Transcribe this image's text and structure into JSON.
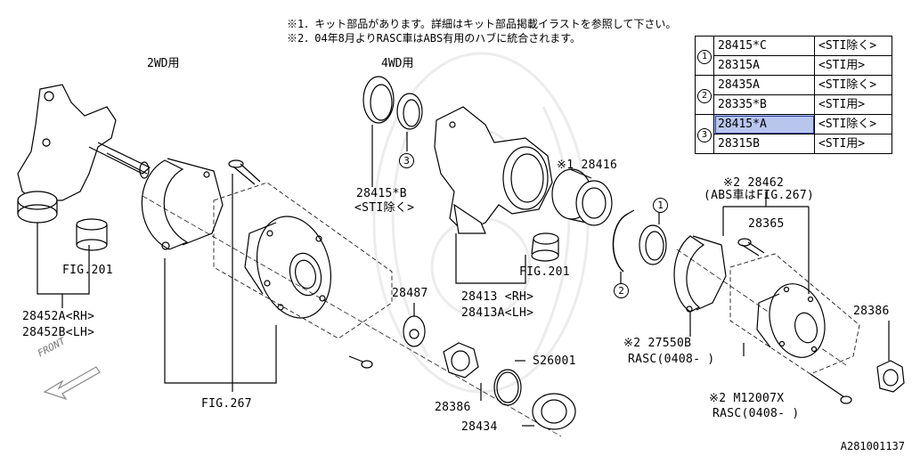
{
  "notes": {
    "n1": "※1．キット部品があります。詳細はキット部品掲載イラストを参照して下さい。",
    "n2": "※2．04年8月よりRASC車はABS有用のハブに統合されます。"
  },
  "headers": {
    "wd2": "2WD用",
    "wd4": "4WD用"
  },
  "ref_table": {
    "groups": [
      {
        "num": "1",
        "rows": [
          {
            "part": "28415*C",
            "note": "<STI除く>"
          },
          {
            "part": "28315A",
            "note": "<STI用>"
          }
        ]
      },
      {
        "num": "2",
        "rows": [
          {
            "part": "28435A",
            "note": "<STI除く>"
          },
          {
            "part": "28335*B",
            "note": "<STI用>"
          }
        ]
      },
      {
        "num": "3",
        "rows": [
          {
            "part": "28415*A",
            "note": "<STI除く>"
          },
          {
            "part": "28315B",
            "note": "<STI用>"
          }
        ]
      }
    ]
  },
  "labels": {
    "p28415b": "28415*B",
    "p28415b_note": "<STI除く>",
    "p28416": "※1 28416",
    "fig201_left": "FIG.201",
    "fig201_mid": "FIG.201",
    "p28452": "28452A<RH>",
    "p28452b": "28452B<LH>",
    "fig267": "FIG.267",
    "p28487": "28487",
    "p28413": "28413 <RH>",
    "p28413a": "28413A<LH>",
    "s26001": "S26001",
    "p28386_mid": "28386",
    "p28434": "28434",
    "p28462": "※2 28462",
    "p28462_note": "(ABS車はFIG.267)",
    "p28365": "28365",
    "p28386_right": "28386",
    "p27550b": "※2 27550B",
    "p27550b_note": "RASC(0408-   )",
    "m12007x": "※2 M12007X",
    "m12007x_note": "RASC(0408-   )",
    "front": "FRONT",
    "catalog_id": "A281001137"
  },
  "callouts": {
    "c3": "3",
    "c1": "1",
    "c2": "2"
  },
  "colors": {
    "selection": "#b8c6ee",
    "line": "#000000",
    "watermark": "#eeeeee"
  }
}
